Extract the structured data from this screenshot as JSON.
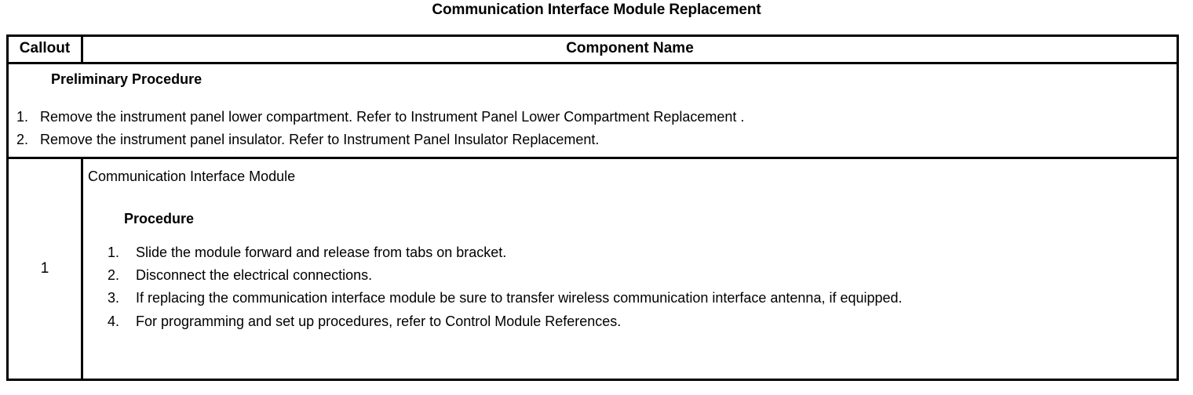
{
  "document": {
    "title": "Communication Interface Module Replacement"
  },
  "table": {
    "headers": {
      "callout": "Callout",
      "component_name": "Component Name"
    },
    "preliminary": {
      "heading": "Preliminary Procedure",
      "steps": [
        {
          "number": "1.",
          "text": "Remove the instrument panel lower compartment. Refer to Instrument Panel Lower Compartment Replacement ."
        },
        {
          "number": "2.",
          "text": "Remove the instrument panel insulator. Refer to Instrument Panel Insulator Replacement."
        }
      ]
    },
    "rows": [
      {
        "callout": "1",
        "component_name": "Communication Interface Module",
        "procedure_heading": "Procedure",
        "steps": [
          {
            "number": "1.",
            "text": "Slide the module forward and release from tabs on bracket."
          },
          {
            "number": "2.",
            "text": "Disconnect the electrical connections."
          },
          {
            "number": "3.",
            "text": "If replacing the communication interface module be sure to transfer wireless communication interface antenna, if equipped."
          },
          {
            "number": "4.",
            "text": "For programming and set up procedures, refer to Control Module References."
          }
        ]
      }
    ]
  }
}
